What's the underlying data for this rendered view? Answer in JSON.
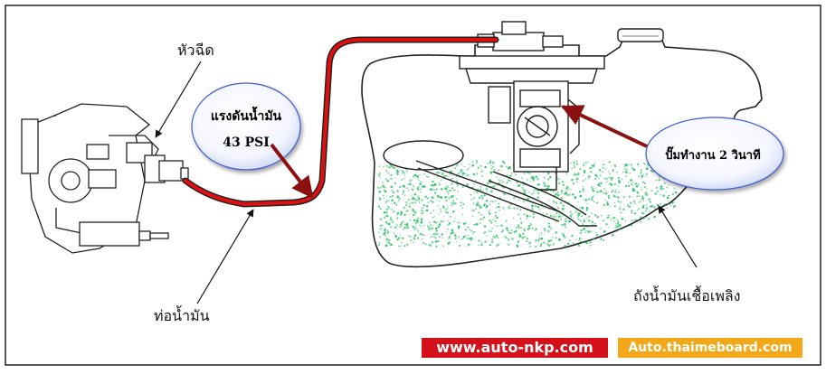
{
  "labels": {
    "injector": "หัวฉีด",
    "fuel_line": "ท่อน้ำมัน",
    "fuel_tank": "ถังน้ำมันเชื้อเพลิง"
  },
  "callouts": {
    "pressure_title": "แรงดันน้ำมัน",
    "pressure_value": "43 PSI",
    "pump_runtime": "ปั๊มทำงาน 2 วินาที"
  },
  "footer": {
    "site_a": "www.auto-nkp.com",
    "site_b": "Auto.thaimeboard.com"
  },
  "colors": {
    "line_red": "#e01010",
    "callout_arrow": "#8b1010",
    "fuel_green": "#2fbf6a",
    "badge_a_bg": "#d4101a",
    "badge_b_bg": "#f2a818",
    "bubble_fill": "#ffffff",
    "bubble_border": "#3a5bd0"
  },
  "icons": {
    "throttle_body": "throttle-body-icon",
    "fuel_pump": "fuel-pump-icon"
  }
}
